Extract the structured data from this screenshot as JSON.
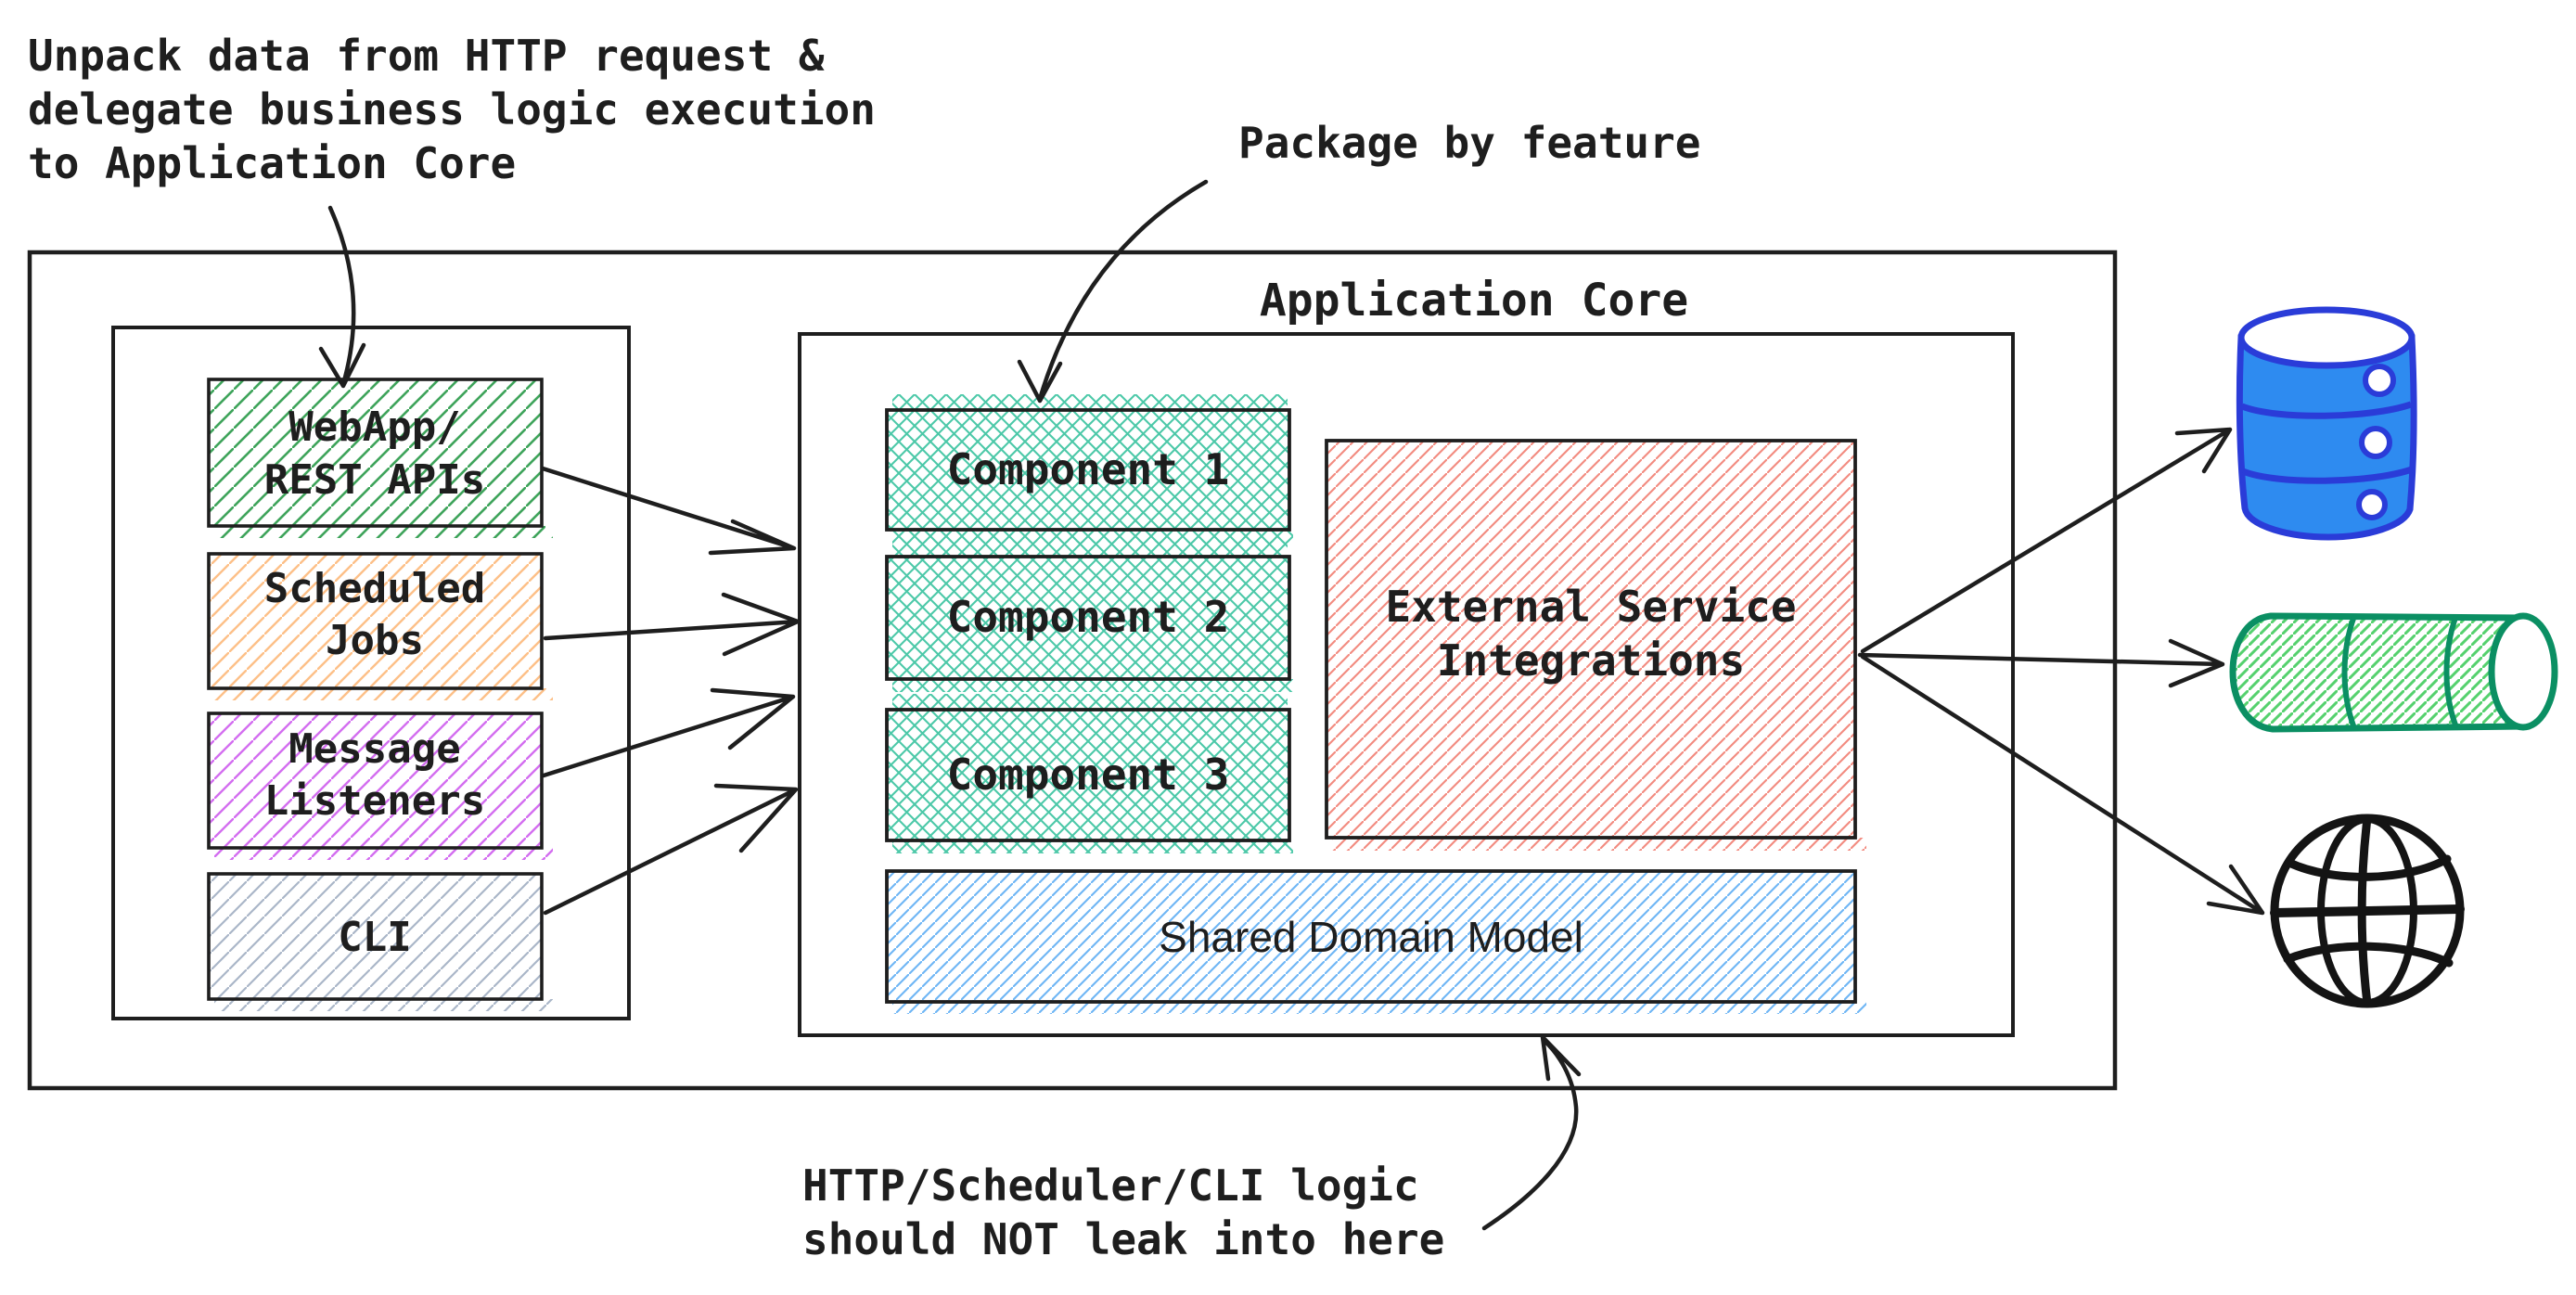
{
  "annotations": {
    "unpack": [
      "Unpack data from HTTP request &",
      "delegate business logic execution",
      "to Application Core"
    ],
    "package": "Package by feature",
    "leak": [
      "HTTP/Scheduler/CLI logic",
      "should NOT leak into here"
    ]
  },
  "entrypoints": {
    "webapp": [
      "WebApp/",
      "REST APIs"
    ],
    "scheduled": [
      "Scheduled",
      "Jobs"
    ],
    "message": [
      "Message",
      "Listeners"
    ],
    "cli": "CLI"
  },
  "core": {
    "title": "Application Core",
    "components": [
      "Component 1",
      "Component 2",
      "Component 3"
    ],
    "esi": [
      "External Service",
      "Integrations"
    ],
    "sdm": "Shared Domain Model"
  },
  "external_systems": {
    "database_icon": "database-cylinder",
    "queue_icon": "message-queue-cylinder",
    "internet_icon": "internet-globe"
  },
  "colors": {
    "ink": "#1e1e1e",
    "hatch_green": "#3fa45b",
    "hatch_orange": "#fdc088",
    "hatch_violet": "#d36ef0",
    "hatch_gray": "#aab6c8",
    "hatch_teal": "#4cc8a8",
    "hatch_red": "#f28b80",
    "hatch_blue": "#6fb6f5",
    "db_fill": "#2e8bf0",
    "db_stroke": "#2a3cd8",
    "pipe_stroke": "#0b8f63",
    "pipe_hatch": "#55d16e"
  }
}
